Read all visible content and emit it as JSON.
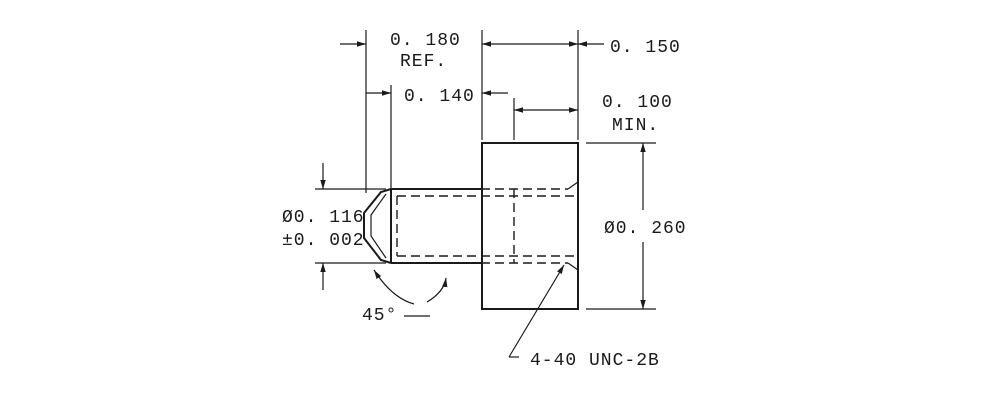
{
  "dimensions": {
    "ref_length": {
      "value": "0. 180",
      "note": "REF."
    },
    "thread_length": {
      "value": "0. 140"
    },
    "head_length": {
      "value": "0. 150"
    },
    "thread_depth": {
      "value": "0. 100",
      "note": "MIN."
    },
    "pin_diameter": {
      "value": "Ø0. 116",
      "tolerance": "±0. 002"
    },
    "head_diameter": {
      "value": "Ø0. 260"
    },
    "chamfer_angle": {
      "value": "45°"
    },
    "thread_spec": {
      "value": "4-40 UNC-2B"
    }
  }
}
